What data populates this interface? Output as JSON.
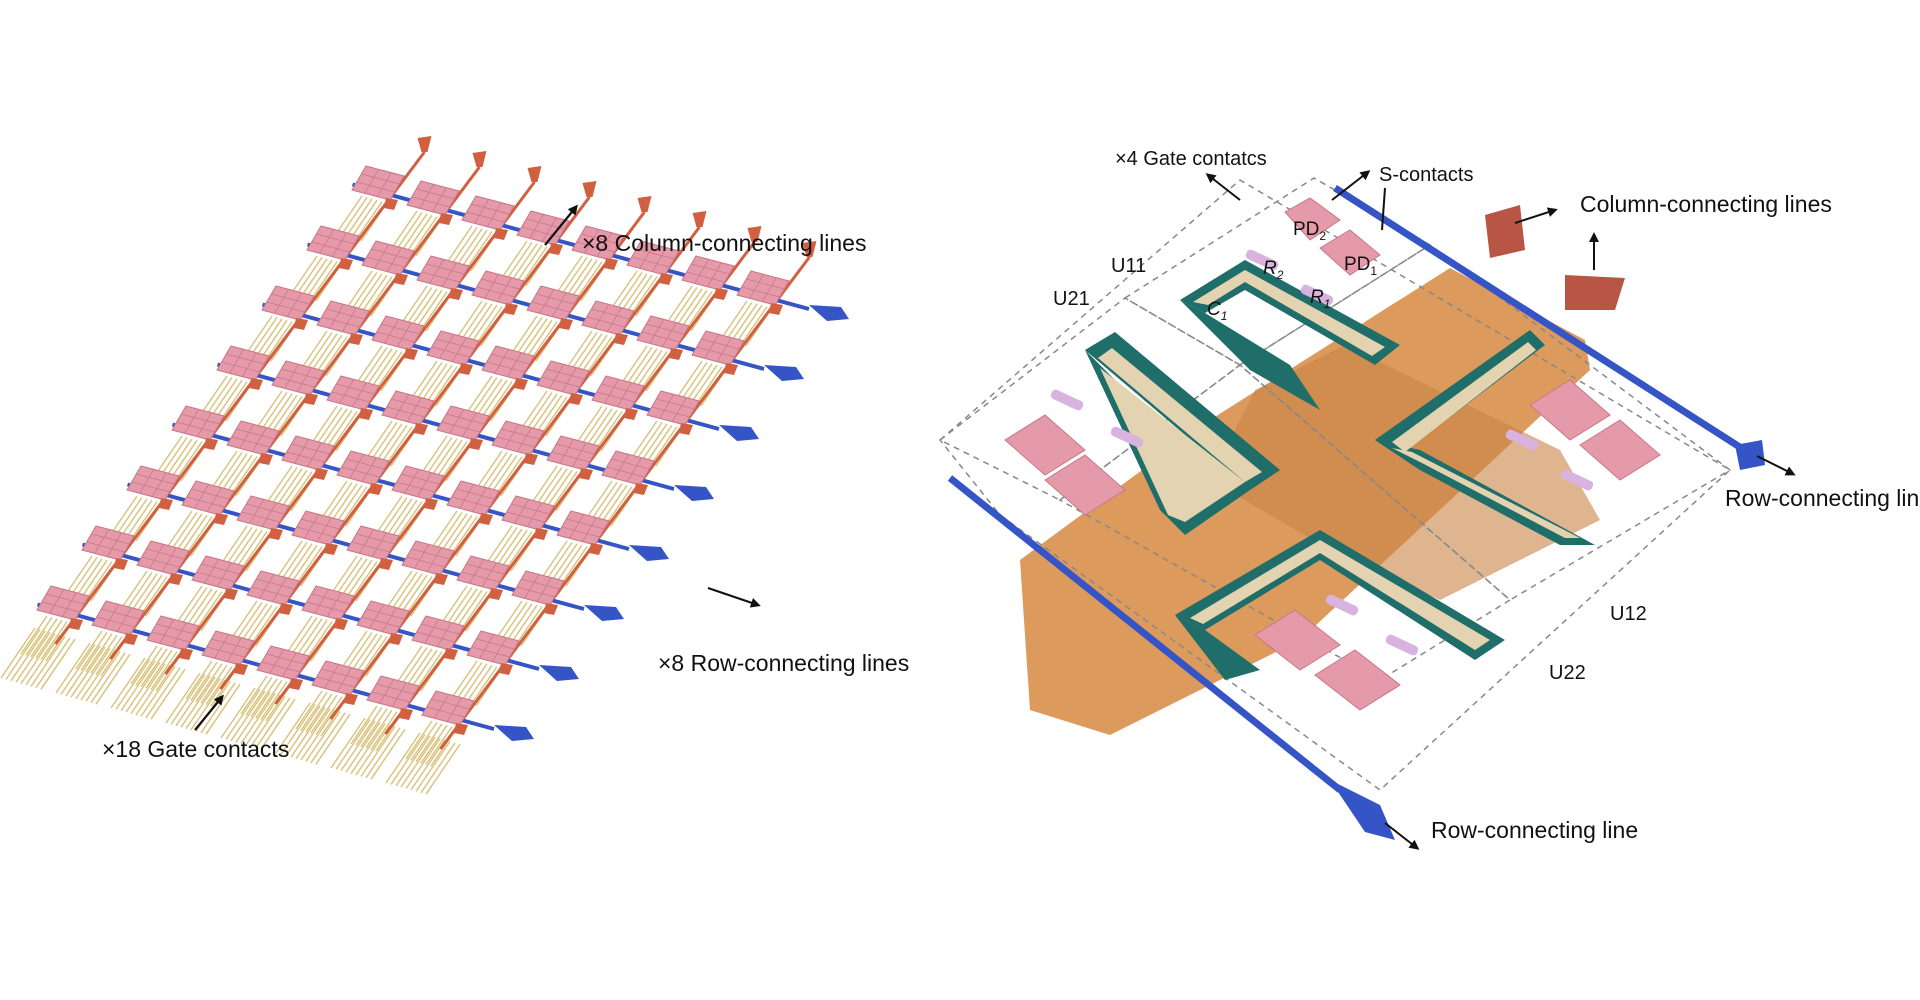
{
  "left_panel": {
    "columns": 8,
    "rows": 8,
    "labels": {
      "column_lines": "×8 Column-connecting lines",
      "row_lines": "×8 Row-connecting lines",
      "gate_contacts": "×18 Gate contacts"
    }
  },
  "right_panel": {
    "labels": {
      "gate_contacts": "×4 Gate contatcs",
      "s_contacts": "S-contacts",
      "column_lines": "Column-connecting lines",
      "row_line_right": "Row-connecting lin",
      "row_line_bottom": "Row-connecting line",
      "u11": "U11",
      "u21": "U21",
      "u12": "U12",
      "u22": "U22",
      "pd": "PD",
      "pd2_sub": "2",
      "pd1_sub": "1",
      "r": "R",
      "r2_sub": "2",
      "r1_sub": "1",
      "c": "C",
      "c1_sub": "1"
    }
  },
  "colors": {
    "pixel_pink": "#e59aaa",
    "pixel_pink_dark": "#c97687",
    "column_line": "#d0603f",
    "row_line": "#3555c6",
    "gate_gold": "#d8c17a",
    "substrate": "#dc9a5c",
    "capacitor_outer": "#1f6e69",
    "capacitor_inner": "#e3d3b0",
    "resistor": "#d9b3e0",
    "box_dash": "#888888"
  }
}
